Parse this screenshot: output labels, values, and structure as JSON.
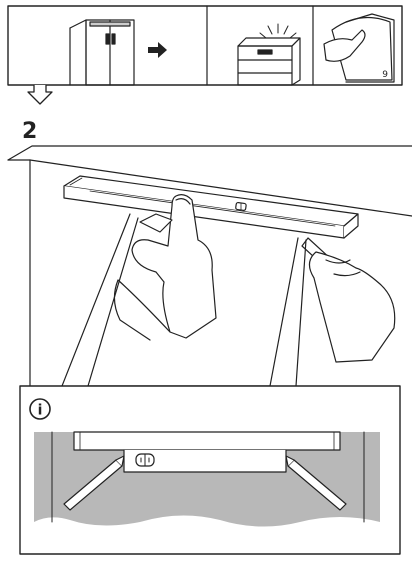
{
  "step": {
    "number": "2"
  },
  "top_strip": {
    "page_reference": "9"
  },
  "info_box": {
    "symbol": "i"
  },
  "device": {
    "switch_symbol": "switch-symbol-icon"
  },
  "colors": {
    "line": "#222222",
    "wall": "#b8b8b8",
    "panel_fill": "#ffffff"
  }
}
